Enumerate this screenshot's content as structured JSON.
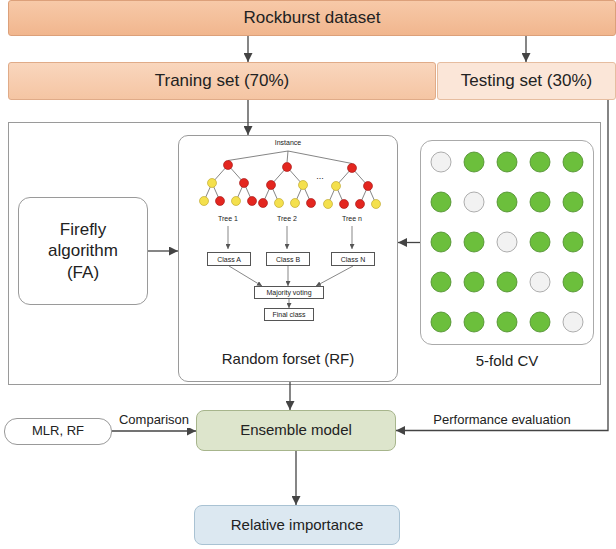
{
  "diagram": {
    "nodes": [
      {
        "text": [
          "Rockburst dataset"
        ]
      },
      {
        "text": [
          "Traning set (70%)"
        ]
      },
      {
        "text": [
          "Testing set (30%)"
        ]
      },
      {
        "text": [
          "Firefly algorithm (FA)"
        ]
      },
      {
        "text": [
          "Random forset (RF)"
        ]
      },
      {
        "text": [
          "Class A"
        ],
        "in": 4
      },
      {
        "text": [
          "Class B"
        ],
        "in": 4
      },
      {
        "text": [
          "Class N"
        ],
        "in": 4
      },
      {
        "text": [
          "Majority voting"
        ],
        "in": 4
      },
      {
        "text": [
          "Final class"
        ],
        "in": 4
      },
      {
        "text": [
          "5-fold CV"
        ]
      },
      {
        "text": [
          "MLR, RF"
        ]
      },
      {
        "text": [
          "Ensemble model"
        ]
      },
      {
        "text": [
          "Relative importance"
        ]
      }
    ],
    "edges": [
      {
        "from": 0,
        "to": 1,
        "arrow": "to"
      },
      {
        "from": 0,
        "to": 2,
        "arrow": "to"
      },
      {
        "from": 1,
        "to": 4,
        "arrow": "to"
      },
      {
        "from": 3,
        "to": 4,
        "arrow": "to"
      },
      {
        "from": 10,
        "to": 4,
        "arrow": "to"
      },
      {
        "from": 5,
        "to": 8,
        "arrow": "to"
      },
      {
        "from": 6,
        "to": 8,
        "arrow": "to"
      },
      {
        "from": 7,
        "to": 8,
        "arrow": "to"
      },
      {
        "from": 8,
        "to": 9,
        "arrow": "to"
      },
      {
        "from": 4,
        "to": 12,
        "arrow": "to"
      },
      {
        "from": 11,
        "to": 12,
        "label": "Comparison",
        "arrow": "to"
      },
      {
        "from": 2,
        "to": 12,
        "label": "Performance evaluation",
        "arrow": "to"
      },
      {
        "from": 12,
        "to": 13,
        "arrow": "to"
      }
    ],
    "labels": [
      "Instance",
      "...",
      "Tree 1",
      "Tree 2",
      "Tree n"
    ]
  }
}
